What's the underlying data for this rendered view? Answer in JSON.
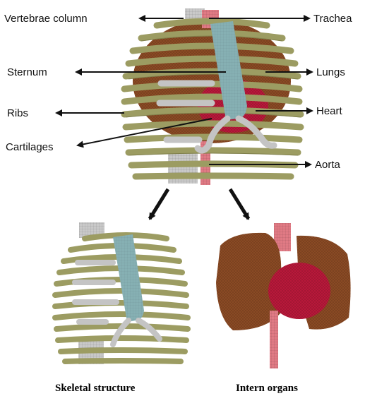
{
  "labels": {
    "vertebrae_column": "Vertebrae column",
    "trachea": "Trachea",
    "sternum": "Sternum",
    "lungs": "Lungs",
    "ribs": "Ribs",
    "heart": "Heart",
    "cartilages": "Cartilages",
    "aorta": "Aorta"
  },
  "captions": {
    "skeletal": "Skeletal structure",
    "organs": "Intern organs"
  },
  "colors": {
    "rib": "#9c9c62",
    "rib_dark": "#6d6d3c",
    "lung": "#8a4a24",
    "lung_dark": "#5a2c12",
    "heart": "#b8183a",
    "sternum": "#86b0b3",
    "cartilage": "#c4c4c4",
    "trachea": "#e07a84",
    "vertebra": "#c9c9c9",
    "arrow": "#111111"
  }
}
